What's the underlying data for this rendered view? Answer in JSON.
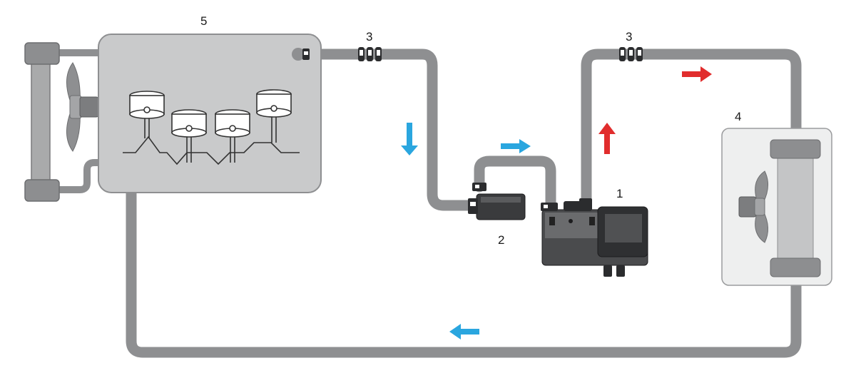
{
  "labels": {
    "heater": "1",
    "pump": "2",
    "clamp_left": "3",
    "clamp_right": "3",
    "cabin_heater": "4",
    "engine": "5"
  },
  "colors": {
    "hose": "#8e8f91",
    "cold_flow": "#2aa6df",
    "hot_flow": "#e12d2d",
    "engine_block": "#c9cacb",
    "cabin_heater_box": "#eeefef",
    "radiator": "#a9aaab",
    "component_dark": "#3a3b3d"
  },
  "flow_arrows": [
    {
      "id": "down-cold",
      "color": "cold",
      "direction": "down"
    },
    {
      "id": "right-cold",
      "color": "cold",
      "direction": "right"
    },
    {
      "id": "up-hot",
      "color": "hot",
      "direction": "up"
    },
    {
      "id": "right-hot",
      "color": "hot",
      "direction": "right"
    },
    {
      "id": "left-cold",
      "color": "cold",
      "direction": "left"
    }
  ],
  "icons": [
    "fan-icon",
    "piston-icon",
    "clamp-icon",
    "heater-unit-icon",
    "pump-icon",
    "heat-exchanger-icon"
  ]
}
